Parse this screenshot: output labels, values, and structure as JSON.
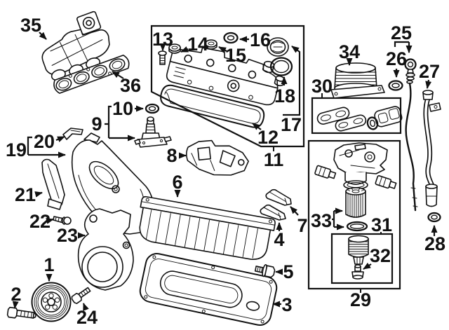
{
  "diagram": {
    "background": "#ffffff",
    "line_color": "#111111",
    "callouts": {
      "c1": "1",
      "c2": "2",
      "c3": "3",
      "c4": "4",
      "c5": "5",
      "c6": "6",
      "c7": "7",
      "c8": "8",
      "c9": "9",
      "c10": "10",
      "c11": "11",
      "c12": "12",
      "c13": "13",
      "c14": "14",
      "c15": "15",
      "c16": "16",
      "c17": "17",
      "c18": "18",
      "c19": "19",
      "c20": "20",
      "c21": "21",
      "c22": "22",
      "c23": "23",
      "c24": "24",
      "c25": "25",
      "c26": "26",
      "c27": "27",
      "c28": "28",
      "c29": "29",
      "c30": "30",
      "c31": "31",
      "c32": "32",
      "c33": "33",
      "c34": "34",
      "c35": "35",
      "c36": "36"
    }
  }
}
